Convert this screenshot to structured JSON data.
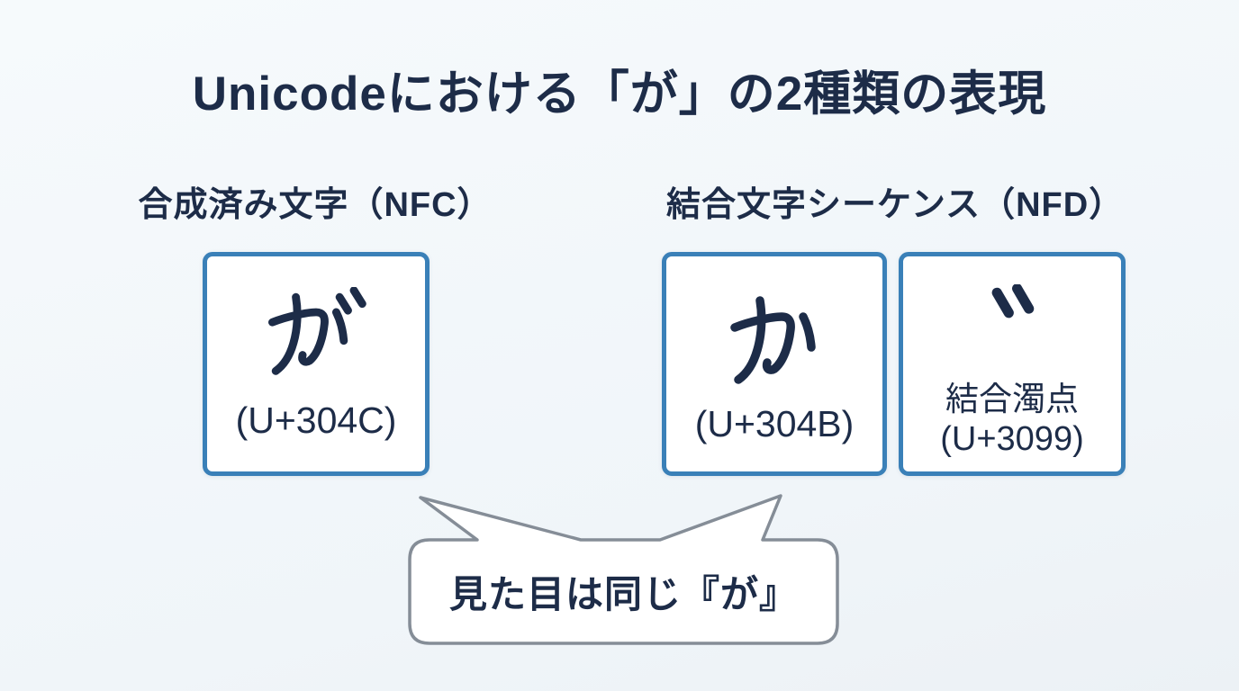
{
  "title": "Unicodeにおける「が」の2種類の表現",
  "nfc": {
    "label": "合成済み文字（NFC）",
    "card": {
      "glyph": "が",
      "codepoint": "(U+304C)"
    }
  },
  "nfd": {
    "label": "結合文字シーケンス（NFD）",
    "base_card": {
      "glyph": "か",
      "codepoint": "(U+304B)"
    },
    "dakuten_card": {
      "glyph": "゛",
      "name": "結合濁点",
      "codepoint": "(U+3099)"
    }
  },
  "callout": {
    "text": "見た目は同じ『が』"
  },
  "colors": {
    "text": "#1d2c48",
    "box_border": "#3a80b8",
    "bubble_border": "#858d97",
    "card_background": "#ffffff",
    "page_background": "#f0f5f9"
  }
}
